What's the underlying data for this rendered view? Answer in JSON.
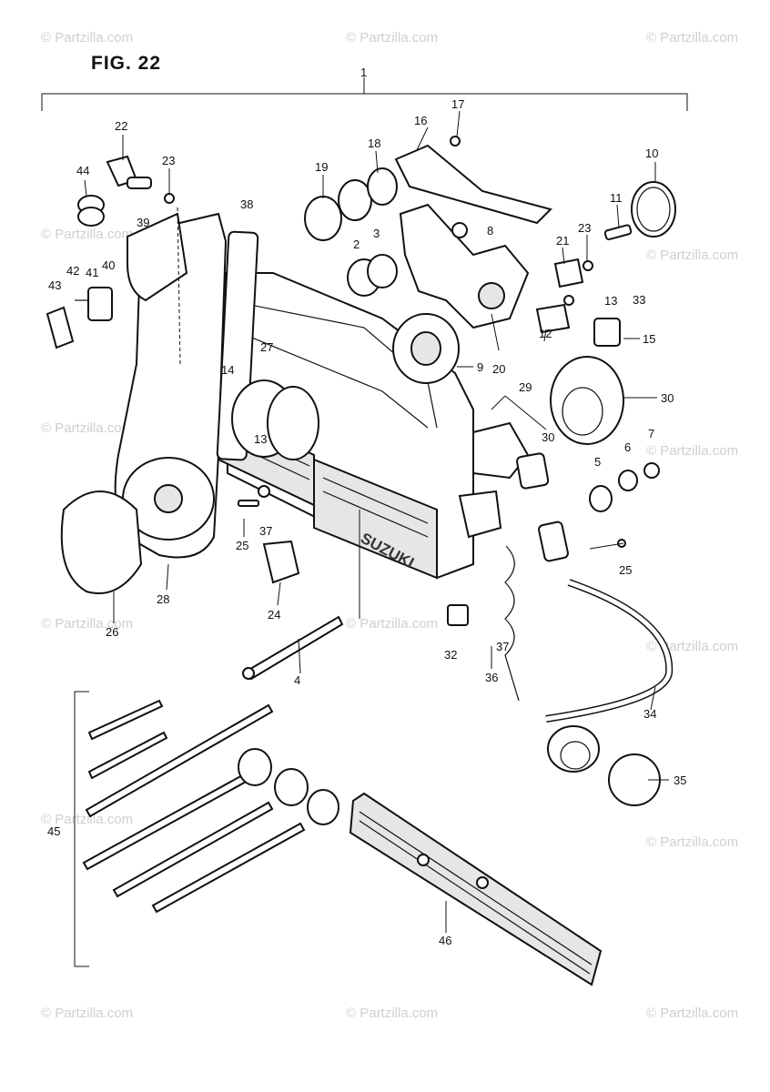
{
  "figure": {
    "title": "FIG. 22"
  },
  "watermark": {
    "text": "© Partzilla.com"
  },
  "brand_text": "SUZUKI",
  "labels": {
    "l1": "1",
    "l2": "2",
    "l3": "3",
    "l4": "4",
    "l5": "5",
    "l6": "6",
    "l7": "7",
    "l8": "8",
    "l9": "9",
    "l10": "10",
    "l11": "11",
    "l12": "12",
    "l13a": "13",
    "l13b": "13",
    "l14a": "14",
    "l15": "15",
    "l16": "16",
    "l17": "17",
    "l18": "18",
    "l19": "19",
    "l20": "20",
    "l21": "21",
    "l22": "22",
    "l23a": "23",
    "l23b": "23",
    "l24": "24",
    "l25a": "25",
    "l25b": "25",
    "l26": "26",
    "l27": "27",
    "l28": "28",
    "l29": "29",
    "l30a": "30",
    "l30b": "30",
    "l32": "32",
    "l33": "33",
    "l34": "34",
    "l35": "35",
    "l36": "36",
    "l37a": "37",
    "l37b": "37",
    "l38": "38",
    "l39": "39",
    "l40": "40",
    "l41": "41",
    "l42": "42",
    "l43": "43",
    "l44": "44",
    "l45": "45",
    "l46": "46"
  }
}
